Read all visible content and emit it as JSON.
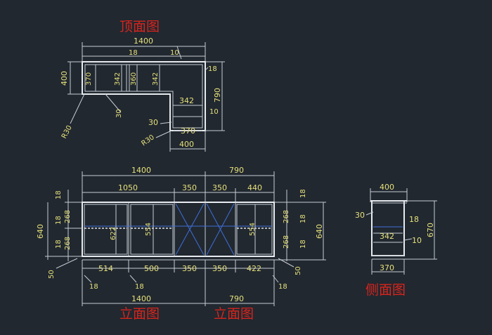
{
  "titles": {
    "top_view": "顶面图",
    "front_view_1": "立面图",
    "front_view_2": "立面图",
    "side_view": "侧面图"
  },
  "top_view_dims": {
    "overall_width": "1400",
    "t18": "18",
    "t10": "10",
    "depth_left": "400",
    "w370": "370",
    "w342a": "342",
    "w360": "360",
    "w342b": "342",
    "r18": "18",
    "r790": "790",
    "c342": "342",
    "r10": "10",
    "c30a": "30",
    "c30b": "30",
    "c370": "370",
    "bottom_400": "400",
    "r30a": "R30",
    "r30b": "R30"
  },
  "front_view_dims": {
    "top_1400": "1400",
    "top_790": "790",
    "seg_1050": "1050",
    "seg_350a": "350",
    "seg_350b": "350",
    "seg_440": "440",
    "left_640": "640",
    "left_18a": "18",
    "left_268a": "268",
    "left_18b": "18",
    "left_18c": "18",
    "left_268b": "268",
    "left_50": "50",
    "h622": "622",
    "h554a": "554",
    "h554b": "554",
    "right_18a": "18",
    "right_268a": "268",
    "right_18b": "18",
    "right_268b": "268",
    "right_18c": "18",
    "right_640": "640",
    "right_50": "50",
    "b514": "514",
    "b500": "500",
    "b350a": "350",
    "b350b": "350",
    "b422": "422",
    "f18a": "18",
    "f18b": "18",
    "f18c": "18",
    "bottom_1400": "1400",
    "bottom_790": "790"
  },
  "side_view_dims": {
    "top_400": "400",
    "s30": "30",
    "s18": "18",
    "s342": "342",
    "s10": "10",
    "s670": "670",
    "bottom_370": "370"
  }
}
